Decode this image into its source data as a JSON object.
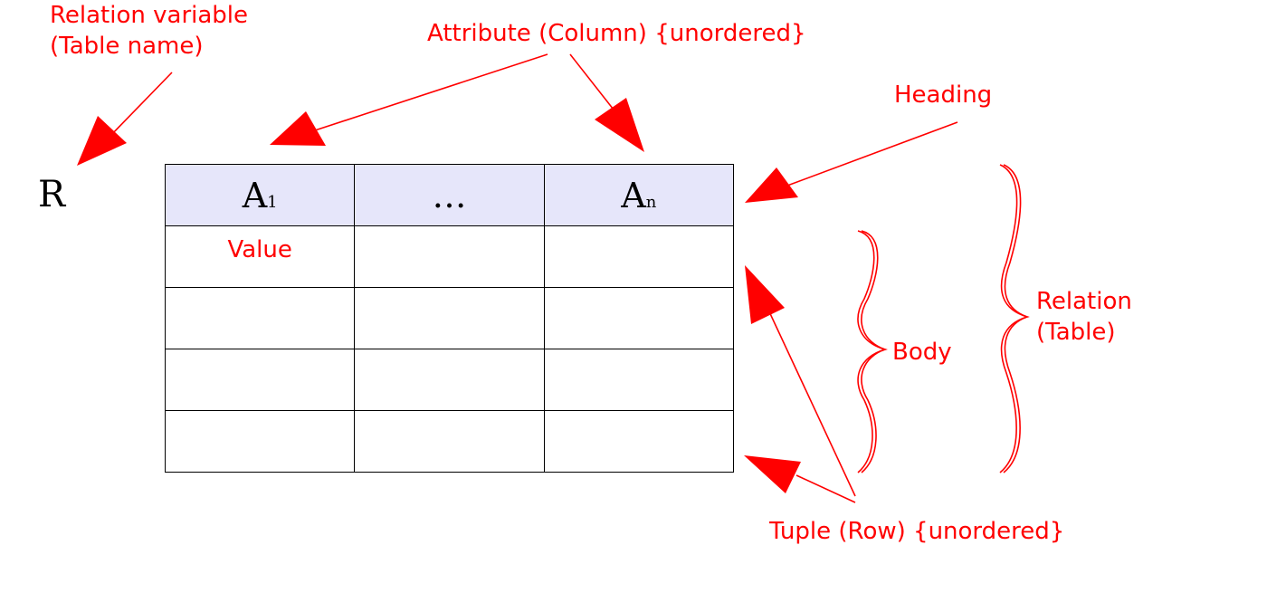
{
  "labels": {
    "relation_variable": [
      "Relation variable",
      "(Table name)"
    ],
    "attribute": "Attribute (Column) {unordered}",
    "heading": "Heading",
    "relation": [
      "Relation",
      "(Table)"
    ],
    "body": "Body",
    "tuple": "Tuple (Row) {unordered}"
  },
  "relvar_symbol": "R",
  "table": {
    "headers": [
      {
        "main": "A",
        "sub": "1"
      },
      {
        "main": "…",
        "sub": ""
      },
      {
        "main": "A",
        "sub": "n"
      }
    ],
    "value_text": "Value"
  },
  "colors": {
    "annotation": "#ff0000",
    "heading_fill": "#e6e6fa",
    "grid": "#000000"
  }
}
